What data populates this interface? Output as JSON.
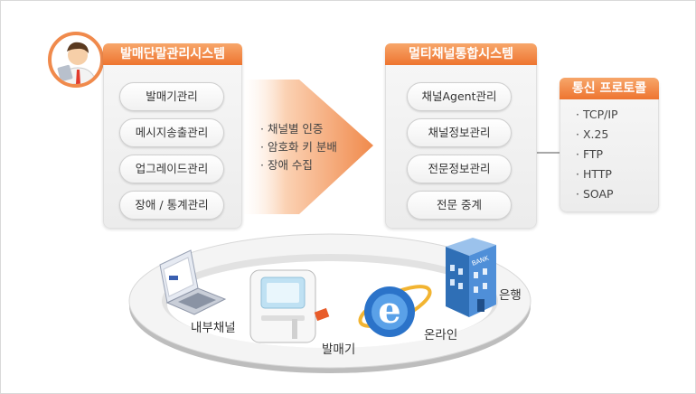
{
  "left_panel": {
    "title": "발매단말관리시스템",
    "items": [
      "발매기관리",
      "메시지송출관리",
      "업그레이드관리",
      "장애 / 통계관리"
    ]
  },
  "center_panel": {
    "title": "멀티채널통합시스템",
    "items": [
      "채널Agent관리",
      "채널정보관리",
      "전문정보관리",
      "전문 중계"
    ]
  },
  "arrow_features": [
    "· 채널별 인증",
    "· 암호화 키 분배",
    "· 장애 수집"
  ],
  "protocol_panel": {
    "title": "통신 프로토콜",
    "items": [
      "· TCP/IP",
      "· X.25",
      "· FTP",
      "· HTTP",
      "· SOAP"
    ]
  },
  "channels": {
    "internal": "내부채널",
    "ticket_machine": "발매기",
    "online": "온라인",
    "bank": "은행",
    "bank_sign": "BANK"
  },
  "colors": {
    "accent": "#ee7530",
    "accent_light": "#f7a66a"
  }
}
